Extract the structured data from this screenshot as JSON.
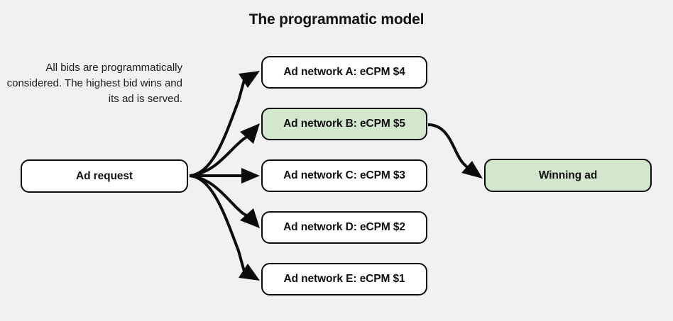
{
  "diagram": {
    "title": "The programmatic model",
    "caption": "All bids are programmatically considered. The highest bid wins and its ad is served.",
    "background_color": "#f1f1f1",
    "border_color": "#0d0d0d",
    "highlight_color": "#d3e7cf",
    "plain_color": "#ffffff",
    "nodes": {
      "request": {
        "label": "Ad request",
        "fill": "#ffffff"
      },
      "networks": [
        {
          "label": "Ad network A: eCPM $4",
          "network": "A",
          "ecpm": 4,
          "fill": "#ffffff",
          "winner": false
        },
        {
          "label": "Ad network B: eCPM $5",
          "network": "B",
          "ecpm": 5,
          "fill": "#d3e7cf",
          "winner": true
        },
        {
          "label": "Ad network C: eCPM $3",
          "network": "C",
          "ecpm": 3,
          "fill": "#ffffff",
          "winner": false
        },
        {
          "label": "Ad network D: eCPM $2",
          "network": "D",
          "ecpm": 2,
          "fill": "#ffffff",
          "winner": false
        },
        {
          "label": "Ad network E: eCPM $1",
          "network": "E",
          "ecpm": 1,
          "fill": "#ffffff",
          "winner": false
        }
      ],
      "winning": {
        "label": "Winning ad",
        "fill": "#d3e7cf"
      }
    },
    "edges": [
      {
        "from": "Ad request",
        "to": "Ad network A: eCPM $4"
      },
      {
        "from": "Ad request",
        "to": "Ad network B: eCPM $5"
      },
      {
        "from": "Ad request",
        "to": "Ad network C: eCPM $3"
      },
      {
        "from": "Ad request",
        "to": "Ad network D: eCPM $2"
      },
      {
        "from": "Ad request",
        "to": "Ad network E: eCPM $1"
      },
      {
        "from": "Ad network B: eCPM $5",
        "to": "Winning ad"
      }
    ]
  }
}
